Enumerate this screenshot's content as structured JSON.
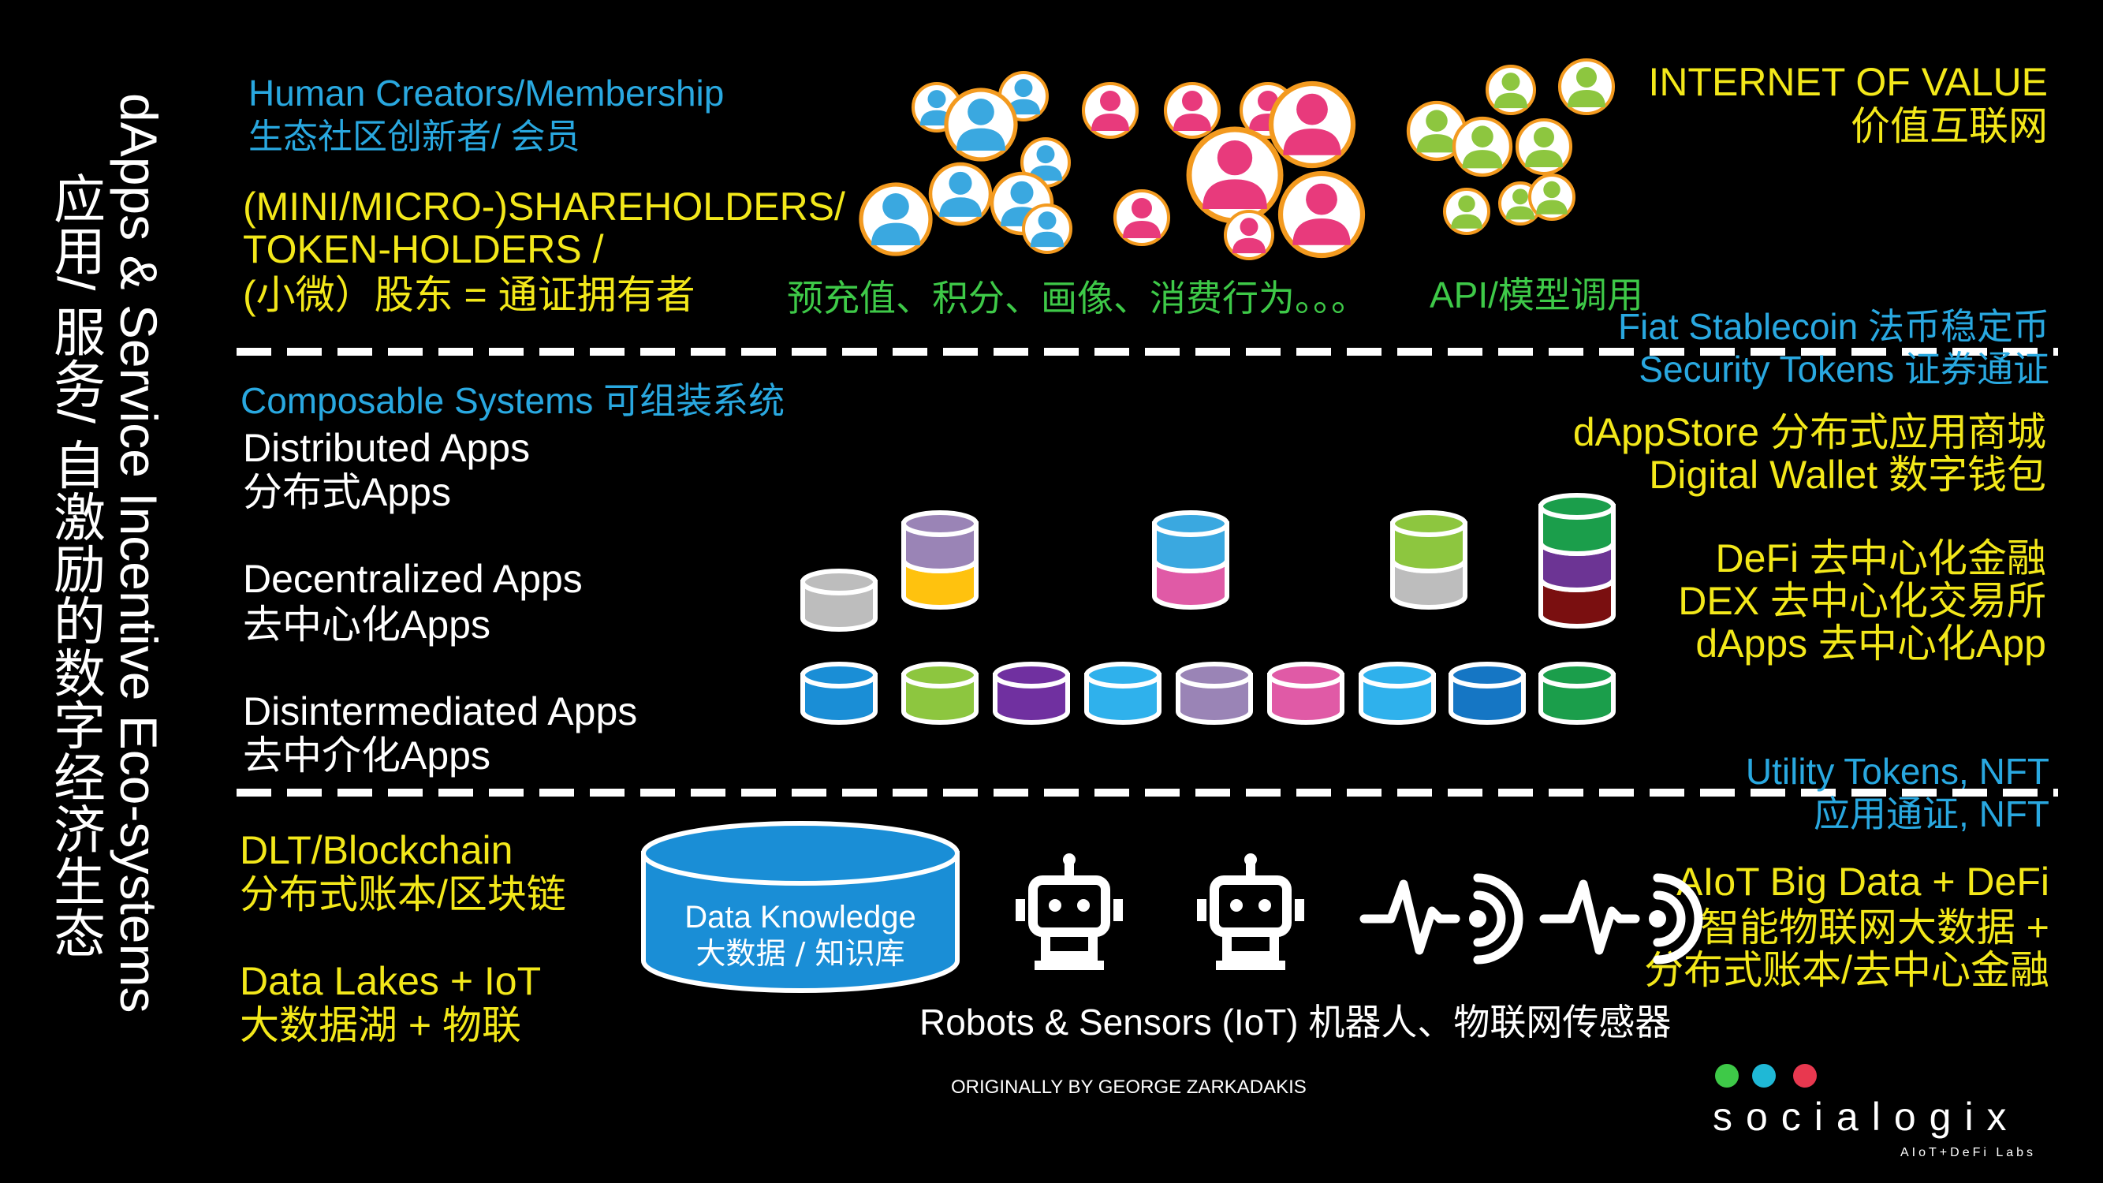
{
  "side_title": {
    "en": "dApps & Service Incentive Eco-systems",
    "cn": "应用/ 服务/ 自激励的数字经济生态"
  },
  "top_left": {
    "human_en": "Human Creators/Membership",
    "human_cn": "生态社区创新者/ 会员",
    "share_line1": "(MINI/MICRO-)SHAREHOLDERS/",
    "share_line2": "TOKEN-HOLDERS /",
    "share_line3": "(小微）股东 = 通证拥有者"
  },
  "top_center": {
    "prepay": "预充值、积分、画像、消费行为。。。",
    "api": "API/模型调用"
  },
  "top_right": {
    "internet_en": "INTERNET OF VALUE",
    "internet_cn": "价值互联网",
    "fiat": "Fiat Stablecoin 法币稳定币",
    "security": "Security Tokens 证券通证"
  },
  "middle_left": {
    "composable": "Composable Systems 可组装系统",
    "distributed_en": "Distributed Apps",
    "distributed_cn": "分布式Apps",
    "decentralized_en": "Decentralized Apps",
    "decentralized_cn": "去中心化Apps",
    "disintermediated_en": "Disintermediated Apps",
    "disintermediated_cn": "去中介化Apps"
  },
  "middle_right": {
    "dappstore": "dAppStore 分布式应用商城",
    "wallet": "Digital Wallet 数字钱包",
    "defi": "DeFi 去中心化金融",
    "dex": "DEX 去中心化交易所",
    "dapps": "dApps 去中心化App",
    "utility_en": "Utility Tokens,  NFT",
    "utility_cn": "应用通证,    NFT"
  },
  "bottom_left": {
    "dlt_en": "DLT/Blockchain",
    "dlt_cn": "分布式账本/区块链",
    "lakes_en": "Data Lakes + IoT",
    "lakes_cn": "大数据湖 + 物联"
  },
  "bottom_center": {
    "db_line1": "Data Knowledge",
    "db_line2": "大数据 / 知识库",
    "robots": "Robots & Sensors (IoT) 机器人、物联网传感器",
    "credit": "ORIGINALLY BY  GEORGE ZARKADAKIS"
  },
  "bottom_right": {
    "aiot": "AIoT Big Data + DeFi",
    "aiot_cn1": "智能物联网大数据 +",
    "aiot_cn2": "分布式账本/去中心金融"
  },
  "logo": {
    "name": "socialogix",
    "tagline": "AIoT+DeFi Labs",
    "dot_colors": [
      "#3ec948",
      "#1fb8d6",
      "#e8384f"
    ]
  },
  "colors": {
    "cyan": "#29a8e0",
    "yellow": "#f3e81a",
    "green": "#3ec948",
    "orange_ring": "#f39a1f",
    "pink": "#e83a7c",
    "blue_person": "#3aa8e0",
    "lime_person": "#8dc63f"
  },
  "icons": [
    "person-icon",
    "database-icon",
    "robot-icon",
    "sensor-signal-icon"
  ]
}
